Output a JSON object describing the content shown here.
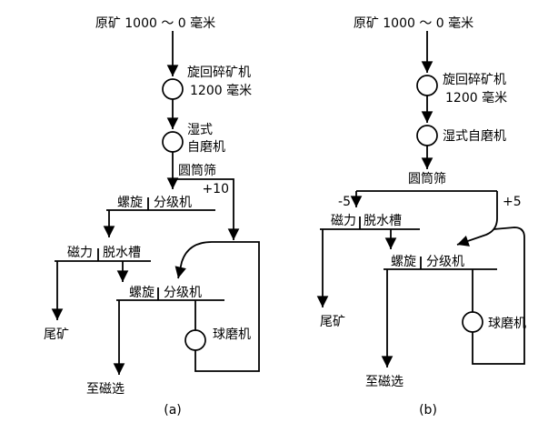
{
  "page": {
    "background_color": "#ffffff",
    "line_color": "#000000"
  },
  "diagram_a": {
    "caption": "(a)",
    "labels": {
      "feed": "原矿 1000 ～ 0 毫米",
      "crusher": "旋回碎矿机",
      "crusher_size": "1200 毫米",
      "mill_line1": "湿式",
      "mill_line2": "自磨机",
      "trommel": "圆筒筛",
      "oversize": "+10",
      "classifier1_left": "螺旋",
      "classifier1_right": "分级机",
      "dewater_left": "磁力",
      "dewater_right": "脱水槽",
      "classifier2_left": "螺旋",
      "classifier2_right": "分级机",
      "tailings": "尾矿",
      "ball_mill": "球磨机",
      "to_magnetic": "至磁选"
    }
  },
  "diagram_b": {
    "caption": "(b)",
    "labels": {
      "feed": "原矿 1000 ～ 0 毫米",
      "crusher": "旋回碎矿机",
      "crusher_size": "1200 毫米",
      "mill": "湿式自磨机",
      "trommel": "圆筒筛",
      "undersize": "-5",
      "oversize": "+5",
      "dewater_left": "磁力",
      "dewater_right": "脱水槽",
      "classifier_left": "螺旋",
      "classifier_right": "分级机",
      "tailings": "尾矿",
      "ball_mill": "球磨机",
      "to_magnetic": "至磁选"
    }
  }
}
